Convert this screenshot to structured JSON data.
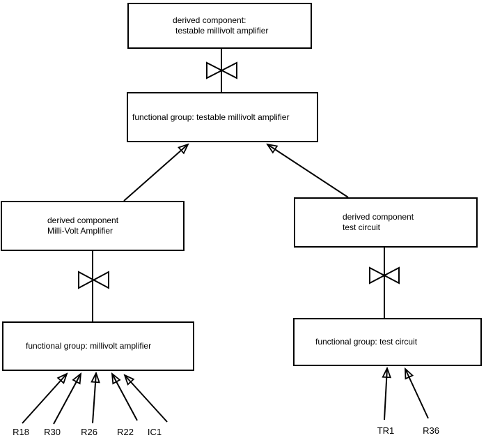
{
  "colors": {
    "line": "#000000",
    "background": "#ffffff",
    "text": "#000000"
  },
  "icons": {
    "bowtie": "decomposition-valve-symbol"
  },
  "nodes": {
    "top_derived": {
      "line1": "derived component:",
      "line2": "testable millivolt amplifier"
    },
    "fg_testable": {
      "line1": "functional group: testable millivolt amplifier"
    },
    "left_derived": {
      "line1": "derived component",
      "line2": "Milli-Volt Amplifier"
    },
    "fg_millivolt": {
      "line1": "functional group: millivolt amplifier"
    },
    "right_derived": {
      "line1": "derived component",
      "line2": "test circuit"
    },
    "fg_test": {
      "line1": "functional group: test circuit"
    }
  },
  "leaves": {
    "r18": "R18",
    "r30": "R30",
    "r26": "R26",
    "r22": "R22",
    "ic1": "IC1",
    "tr1": "TR1",
    "r36": "R36"
  },
  "edges": [
    {
      "from": "functional group: testable millivolt amplifier",
      "to": "derived component: testable millivolt amplifier",
      "type": "bowtie-link"
    },
    {
      "from": "derived component Milli-Volt Amplifier",
      "to": "functional group: testable millivolt amplifier",
      "type": "arrow"
    },
    {
      "from": "derived component test circuit",
      "to": "functional group: testable millivolt amplifier",
      "type": "arrow"
    },
    {
      "from": "functional group: millivolt amplifier",
      "to": "derived component Milli-Volt Amplifier",
      "type": "bowtie-link"
    },
    {
      "from": "functional group: test circuit",
      "to": "derived component test circuit",
      "type": "bowtie-link"
    },
    {
      "from": "R18",
      "to": "functional group: millivolt amplifier",
      "type": "arrow"
    },
    {
      "from": "R30",
      "to": "functional group: millivolt amplifier",
      "type": "arrow"
    },
    {
      "from": "R26",
      "to": "functional group: millivolt amplifier",
      "type": "arrow"
    },
    {
      "from": "R22",
      "to": "functional group: millivolt amplifier",
      "type": "arrow"
    },
    {
      "from": "IC1",
      "to": "functional group: millivolt amplifier",
      "type": "arrow"
    },
    {
      "from": "TR1",
      "to": "functional group: test circuit",
      "type": "arrow"
    },
    {
      "from": "R36",
      "to": "functional group: test circuit",
      "type": "arrow"
    }
  ]
}
